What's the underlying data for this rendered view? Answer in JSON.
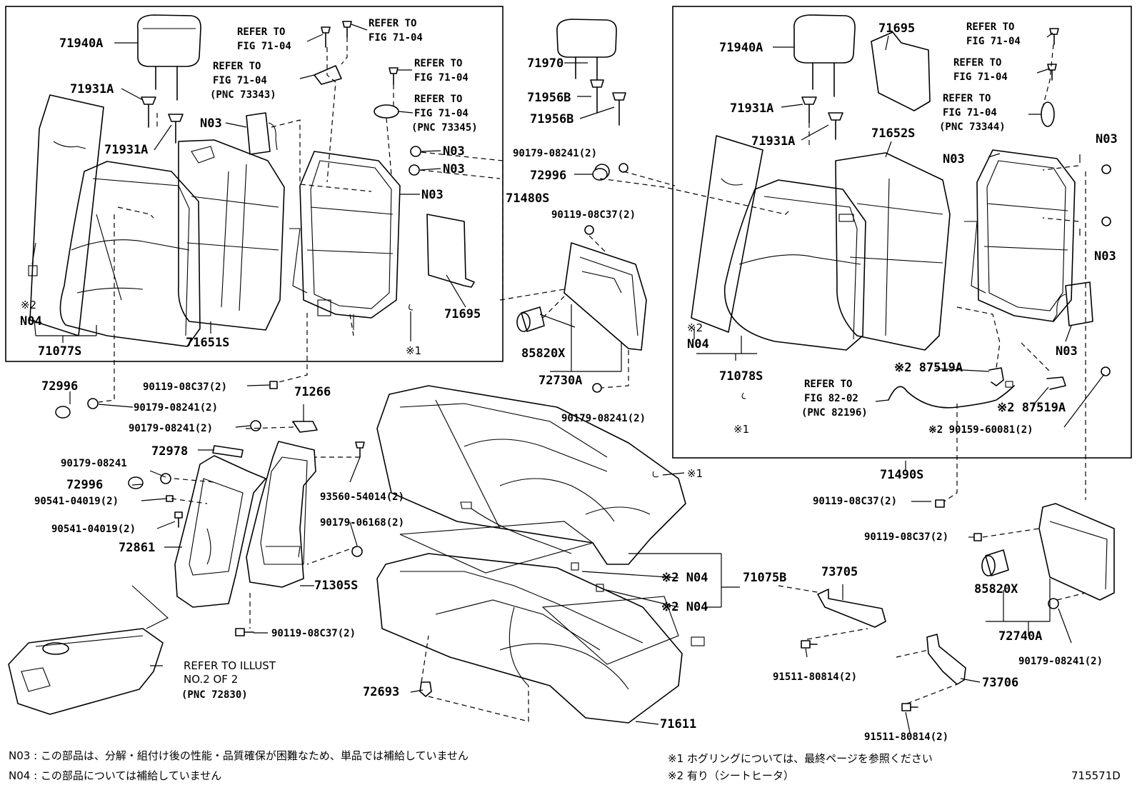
{
  "labels": {
    "l01": "71940A",
    "l02": "71931A",
    "l03": "71931A",
    "l04": "REFER TO",
    "l05": "FIG 71-04",
    "l06": "REFER TO",
    "l07": "FIG 71-04",
    "l08": "REFER TO",
    "l09": "FIG 71-04",
    "l10": "(PNC 73343)",
    "l11": "REFER TO",
    "l12": "FIG 71-04",
    "l13": "REFER TO",
    "l14": "FIG 71-04",
    "l15": "(PNC 73345)",
    "l16": "N03",
    "l17": "N03",
    "l18": "N03",
    "l19": "N03",
    "l20": "71480S",
    "l21": "71695",
    "l22": "※2",
    "l23": "N04",
    "l24": "71077S",
    "l25": "71651S",
    "l26": "※1",
    "l27": "71970",
    "l28": "71956B",
    "l29": "71956B",
    "l30": "90179-08241(2)",
    "l31": "72996",
    "l32": "90119-08C37(2)",
    "l33": "85820X",
    "l34": "72730A",
    "l35": "90179-08241(2)",
    "l36": "71940A",
    "l37": "71695",
    "l38": "REFER TO",
    "l39": "FIG 71-04",
    "l40": "REFER TO",
    "l41": "FIG 71-04",
    "l42": "REFER TO",
    "l43": "FIG 71-04",
    "l44": "(PNC 73344)",
    "l45": "71931A",
    "l46": "71931A",
    "l47": "71652S",
    "l48": "N03",
    "l49": "N03",
    "l50": "N03",
    "l51": "N03",
    "l52": "※2",
    "l53": "N04",
    "l54": "71078S",
    "l55": "※1",
    "l56": "REFER TO",
    "l57": "FIG 82-02",
    "l58": "(PNC 82196)",
    "l59": "※2 87519A",
    "l60": "※2 87519A",
    "l61": "※2 90159-60081(2)",
    "l62": "71490S",
    "l63": "90119-08C37(2)",
    "l64": "90119-08C37(2)",
    "l65": "85820X",
    "l66": "72740A",
    "l67": "90179-08241(2)",
    "l68": "72996",
    "l69": "90119-08C37(2)",
    "l70": "90179-08241(2)",
    "l71": "71266",
    "l72": "90179-08241(2)",
    "l73": "72978",
    "l74": "90179-08241",
    "l75": "72996",
    "l76": "90541-04019(2)",
    "l77": "90541-04019(2)",
    "l78": "72861",
    "l79": "93560-54014(2)",
    "l80": "90179-06168(2)",
    "l81": "71305S",
    "l82": "90119-08C37(2)",
    "l83": "REFER TO ILLUST",
    "l84": "NO.2 OF 2",
    "l85": "(PNC 72830)",
    "l86": "※1",
    "l87": "※2 N04",
    "l88": "71075B",
    "l89": "※2 N04",
    "l90": "72693",
    "l91": "71611",
    "l92": "73705",
    "l93": "91511-80814(2)",
    "l94": "73706",
    "l95": "91511-80814(2)"
  },
  "notes": {
    "n03": "N03 : この部品は、分解・組付け後の性能・品質確保が困難なため、単品では補給していません",
    "n04": "N04 : この部品については補給していません",
    "k1": "※1  ホグリングについては、最終ページを参照ください",
    "k2": "※2  有り（シートヒータ）",
    "code": "715571D"
  }
}
